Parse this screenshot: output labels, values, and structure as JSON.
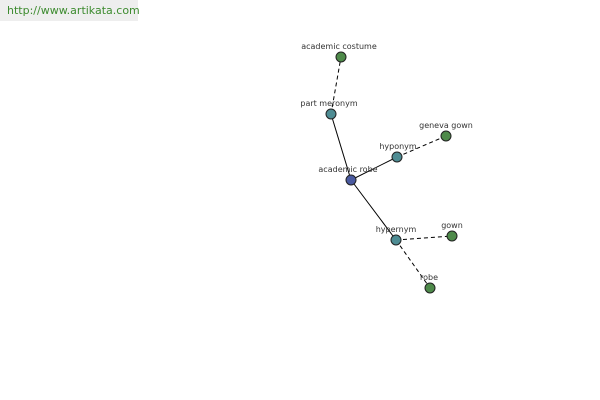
{
  "source": {
    "url_text": "http://www.artikata.com"
  },
  "colors": {
    "center": "#4a5aa0",
    "relation": "#4e8c93",
    "leaf": "#4e8a4a",
    "stroke": "#222222",
    "banner_text": "#3d8b2f"
  },
  "graph": {
    "nodes": {
      "academic_robe": {
        "label": "academic robe",
        "role": "center"
      },
      "part_meronym": {
        "label": "part meronym",
        "role": "relation"
      },
      "academic_costume": {
        "label": "academic costume",
        "role": "leaf"
      },
      "hyponym": {
        "label": "hyponym",
        "role": "relation"
      },
      "geneva_gown": {
        "label": "geneva gown",
        "role": "leaf"
      },
      "hypernym": {
        "label": "hypernym",
        "role": "relation"
      },
      "gown": {
        "label": "gown",
        "role": "leaf"
      },
      "robe": {
        "label": "robe",
        "role": "leaf"
      }
    },
    "edges": [
      {
        "from": "academic_robe",
        "to": "part_meronym",
        "style": "solid"
      },
      {
        "from": "academic_robe",
        "to": "hyponym",
        "style": "solid"
      },
      {
        "from": "academic_robe",
        "to": "hypernym",
        "style": "solid"
      },
      {
        "from": "part_meronym",
        "to": "academic_costume",
        "style": "dashed"
      },
      {
        "from": "hyponym",
        "to": "geneva_gown",
        "style": "dashed"
      },
      {
        "from": "hypernym",
        "to": "gown",
        "style": "dashed"
      },
      {
        "from": "hypernym",
        "to": "robe",
        "style": "dashed"
      }
    ]
  }
}
